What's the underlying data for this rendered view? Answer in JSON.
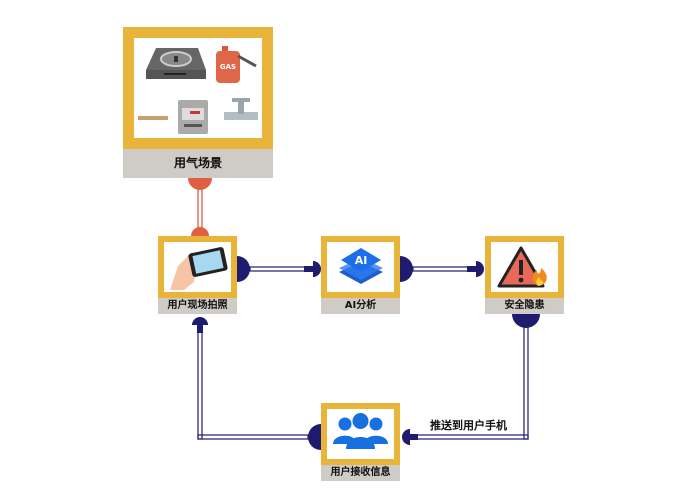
{
  "nodes": {
    "scene": {
      "label": "用气场景",
      "icons": [
        "stove-icon",
        "gas-cylinder-icon",
        "gas-meter-icon",
        "pipe-valve-icon"
      ]
    },
    "photo": {
      "label": "用户现场拍照",
      "icon": "hand-phone-icon"
    },
    "ai": {
      "label": "AI分析",
      "icon": "ai-chip-icon",
      "chip_text": "AI"
    },
    "hazard": {
      "label": "安全隐患",
      "icon": "warning-fire-icon"
    },
    "receive": {
      "label": "用户接收信息",
      "icon": "users-group-icon"
    }
  },
  "edges": {
    "push_label": "推送到用户手机"
  },
  "colors": {
    "frame": "#e9b43a",
    "label_bg": "#cfcbc6",
    "connector": "#1f1b6e",
    "connector_top": "#e05f45",
    "users_blue": "#1670e0"
  }
}
